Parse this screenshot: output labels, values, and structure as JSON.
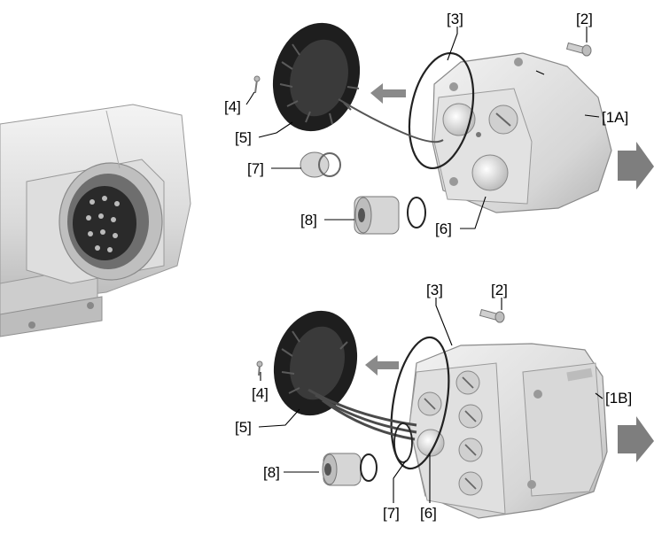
{
  "callouts": {
    "top": {
      "c3": "[3]",
      "c2": "[2]",
      "c4": "[4]",
      "c1A": "[1A]",
      "c5": "[5]",
      "c7": "[7]",
      "c8": "[8]",
      "c6": "[6]"
    },
    "bottom": {
      "c3": "[3]",
      "c2": "[2]",
      "c4": "[4]",
      "c1B": "[1B]",
      "c5": "[5]",
      "c8": "[8]",
      "c7": "[7]",
      "c6": "[6]"
    }
  },
  "colors": {
    "metal_light": "#ececec",
    "metal_mid": "#cfcfcf",
    "metal_dark": "#9a9a9a",
    "connector_black": "#1e1e1e",
    "arrow_grey": "#8a8a8a"
  }
}
